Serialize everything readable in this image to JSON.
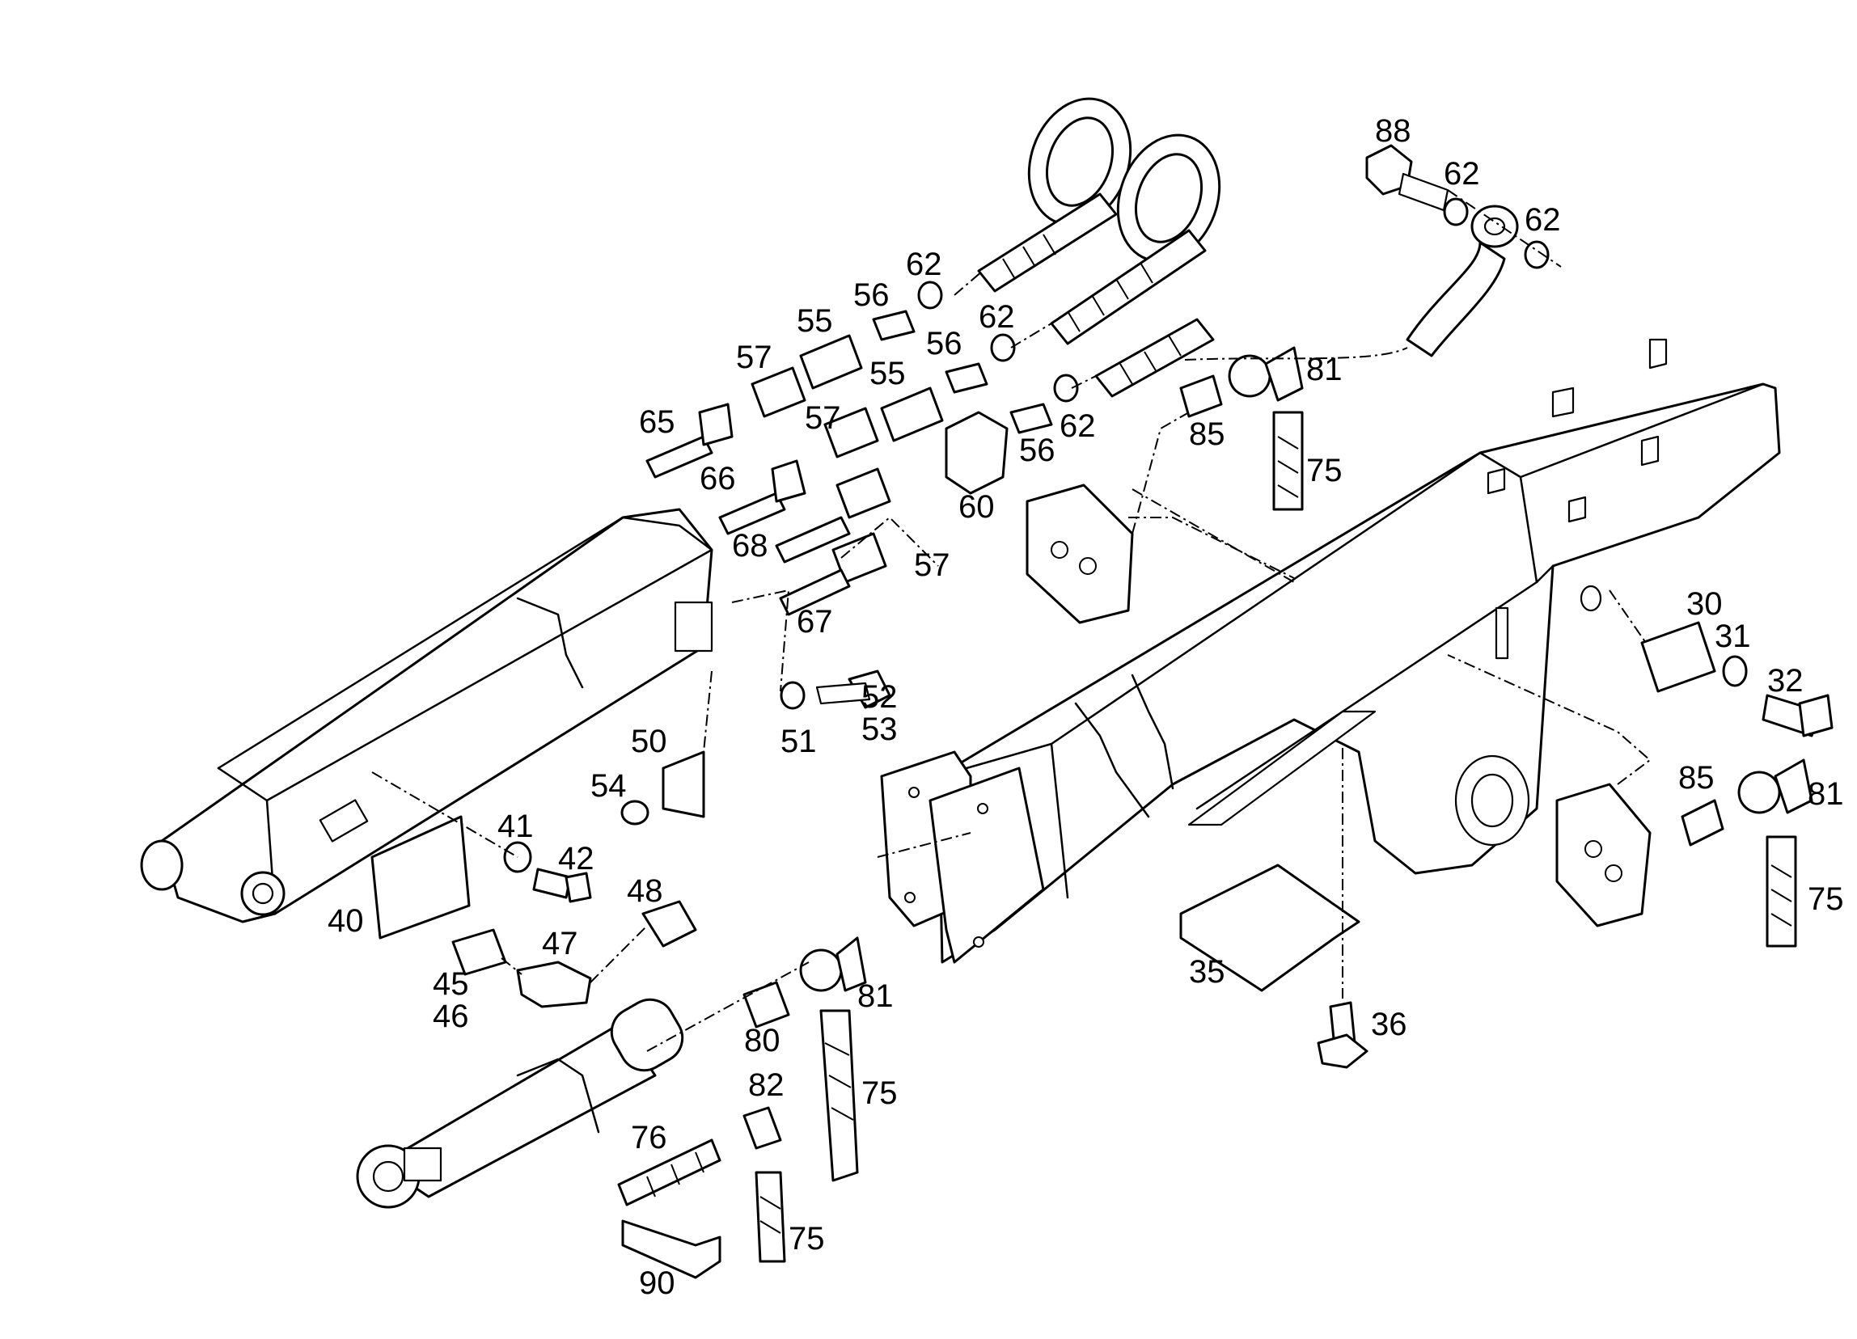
{
  "callouts": [
    {
      "id": "88",
      "label": "88"
    },
    {
      "id": "62a",
      "label": "62"
    },
    {
      "id": "62b",
      "label": "62"
    },
    {
      "id": "62c",
      "label": "62"
    },
    {
      "id": "62d",
      "label": "62"
    },
    {
      "id": "62e",
      "label": "62"
    },
    {
      "id": "56a",
      "label": "56"
    },
    {
      "id": "56b",
      "label": "56"
    },
    {
      "id": "56c",
      "label": "56"
    },
    {
      "id": "55a",
      "label": "55"
    },
    {
      "id": "55b",
      "label": "55"
    },
    {
      "id": "57a",
      "label": "57"
    },
    {
      "id": "57b",
      "label": "57"
    },
    {
      "id": "57c",
      "label": "57"
    },
    {
      "id": "65",
      "label": "65"
    },
    {
      "id": "66",
      "label": "66"
    },
    {
      "id": "68",
      "label": "68"
    },
    {
      "id": "67",
      "label": "67"
    },
    {
      "id": "60",
      "label": "60"
    },
    {
      "id": "81a",
      "label": "81"
    },
    {
      "id": "81b",
      "label": "81"
    },
    {
      "id": "81c",
      "label": "81"
    },
    {
      "id": "85a",
      "label": "85"
    },
    {
      "id": "85b",
      "label": "85"
    },
    {
      "id": "75a",
      "label": "75"
    },
    {
      "id": "75b",
      "label": "75"
    },
    {
      "id": "75c",
      "label": "75"
    },
    {
      "id": "75d",
      "label": "75"
    },
    {
      "id": "30",
      "label": "30"
    },
    {
      "id": "31",
      "label": "31"
    },
    {
      "id": "32",
      "label": "32"
    },
    {
      "id": "52",
      "label": "52"
    },
    {
      "id": "53",
      "label": "53"
    },
    {
      "id": "51",
      "label": "51"
    },
    {
      "id": "50",
      "label": "50"
    },
    {
      "id": "54",
      "label": "54"
    },
    {
      "id": "41",
      "label": "41"
    },
    {
      "id": "42",
      "label": "42"
    },
    {
      "id": "40",
      "label": "40"
    },
    {
      "id": "48",
      "label": "48"
    },
    {
      "id": "47",
      "label": "47"
    },
    {
      "id": "45",
      "label": "45"
    },
    {
      "id": "46",
      "label": "46"
    },
    {
      "id": "80",
      "label": "80"
    },
    {
      "id": "82",
      "label": "82"
    },
    {
      "id": "76",
      "label": "76"
    },
    {
      "id": "90",
      "label": "90"
    },
    {
      "id": "35",
      "label": "35"
    },
    {
      "id": "36",
      "label": "36"
    }
  ]
}
